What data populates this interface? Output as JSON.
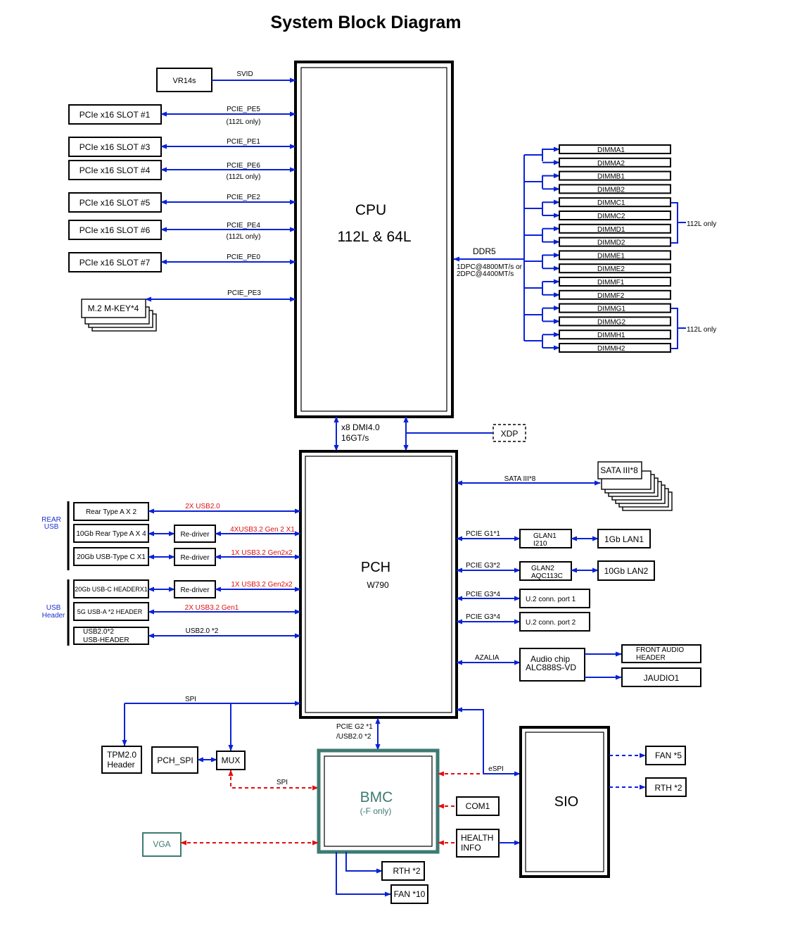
{
  "title": "System Block Diagram",
  "colors": {
    "link": "#0a22d6",
    "bmc_link": "#e01010",
    "bmc_border": "#3e7a72",
    "vga": "#3e7a72",
    "usb_group_label": "#1a2fd0"
  },
  "cpu": {
    "name": "CPU",
    "sub": "112L & 64L"
  },
  "pch": {
    "name": "PCH",
    "sub": "W790"
  },
  "bmc": {
    "name": "BMC",
    "sub": "(-F only)"
  },
  "sio": {
    "name": "SIO"
  },
  "vr": {
    "box": "VR14s",
    "link": "SVID"
  },
  "pcie_slots": [
    {
      "box": "PCIe x16 SLOT #1",
      "link": "PCIE_PE5",
      "note": "(112L only)"
    },
    {
      "box": "PCIe x16 SLOT #3",
      "link": "PCIE_PE1",
      "note": ""
    },
    {
      "box": "PCIe x16 SLOT #4",
      "link": "PCIE_PE6",
      "note": "(112L only)"
    },
    {
      "box": "PCIe x16 SLOT #5",
      "link": "PCIE_PE2",
      "note": ""
    },
    {
      "box": "PCIe x16 SLOT #6",
      "link": "PCIE_PE4",
      "note": "(112L only)"
    },
    {
      "box": "PCIe x16 SLOT #7",
      "link": "PCIE_PE0",
      "note": ""
    }
  ],
  "m2": {
    "box": "M.2 M-KEY*4",
    "link": "PCIE_PE3"
  },
  "memory": {
    "link": "DDR5",
    "speed1": "1DPC@4800MT/s or",
    "speed2": "2DPC@4400MT/s",
    "dimms": [
      "DIMMA1",
      "DIMMA2",
      "DIMMB1",
      "DIMMB2",
      "DIMMC1",
      "DIMMC2",
      "DIMMD1",
      "DIMMD2",
      "DIMME1",
      "DIMME2",
      "DIMMF1",
      "DIMMF2",
      "DIMMG1",
      "DIMMG2",
      "DIMMH1",
      "DIMMH2"
    ],
    "note_top": "112L only",
    "note_bottom": "112L only"
  },
  "dmi": {
    "line1": "x8 DMI4.0",
    "line2": "16GT/s"
  },
  "xdp": "XDP",
  "sata": {
    "box": "SATA III*8",
    "link": "SATA III*8"
  },
  "lan": [
    {
      "link": "PCIE G1*1",
      "chip1": "GLAN1",
      "chip2": "I210",
      "port": "1Gb LAN1"
    },
    {
      "link": "PCIE G3*2",
      "chip1": "GLAN2",
      "chip2": "AQC113C",
      "port": "10Gb LAN2"
    }
  ],
  "u2": [
    {
      "link": "PCIE G3*4",
      "box": "U.2 conn. port 1"
    },
    {
      "link": "PCIE G3*4",
      "box": "U.2 conn. port 2"
    }
  ],
  "audio": {
    "link": "AZALIA",
    "chip1": "Audio chip",
    "chip2": "ALC888S-VD",
    "front1": "FRONT AUDIO",
    "front2": "HEADER",
    "jaudio": "JAUDIO1"
  },
  "rear_usb": {
    "label1": "REAR",
    "label2": "USB",
    "rows": [
      {
        "box": "Rear Type A X 2",
        "redriver": "",
        "link": "2X USB2.0"
      },
      {
        "box": "10Gb Rear Type A X 4",
        "redriver": "Re-driver",
        "link": "4XUSB3.2 Gen 2 X1"
      },
      {
        "box": "20Gb USB-Type C X1",
        "redriver": "Re-driver",
        "link": "1X USB3.2 Gen2x2"
      }
    ]
  },
  "header_usb": {
    "label1": "USB",
    "label2": "Header",
    "rows": [
      {
        "box": "20Gb USB-C HEADERX1",
        "redriver": "Re-driver",
        "link": "1X USB3.2 Gen2x2"
      },
      {
        "box": "5G USB-A *2 HEADER",
        "redriver": "",
        "link": "2X USB3.2 Gen1"
      },
      {
        "box1": "USB2.0*2",
        "box2": "USB-HEADER",
        "link": "USB2.0 *2"
      }
    ]
  },
  "spi": {
    "link": "SPI",
    "tpm1": "TPM2.0",
    "tpm2": "Header",
    "pch_spi": "PCH_SPI",
    "mux": "MUX",
    "bmc_spi": "SPI"
  },
  "pch_bmc": {
    "line1": "PCIE G2 *1",
    "line2": "/USB2.0 *2"
  },
  "espi": "eSPI",
  "vga": "VGA",
  "com": "COM1",
  "health": {
    "line1": "HEALTH",
    "line2": "INFO"
  },
  "bmc_rth": "RTH *2",
  "bmc_fan": "FAN *10",
  "sio_fan": "FAN *5",
  "sio_rth": "RTH *2"
}
